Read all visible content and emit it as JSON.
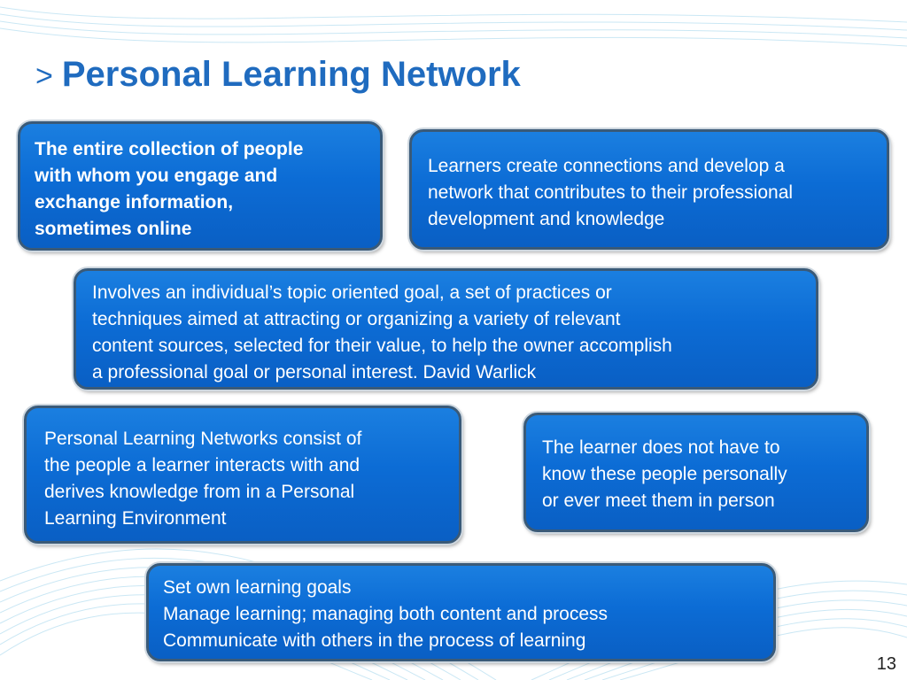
{
  "slide": {
    "title_marker": ">",
    "title": "Personal Learning Network",
    "page_number": "13",
    "accent_color": "#1f6bbf",
    "box_color": "#0c6cd5",
    "boxes": [
      {
        "lines": [
          "The entire collection of people",
          "with whom you engage and",
          "exchange information,",
          "sometimes online"
        ]
      },
      {
        "lines": [
          "Learners create connections and develop a",
          "network that contributes to their professional",
          "development and knowledge"
        ]
      },
      {
        "lines": [
          "Involves an individual’s topic oriented goal, a set of practices or",
          "techniques aimed at attracting or organizing a variety of relevant",
          "content sources, selected for their value, to help the owner accomplish",
          "a professional goal or personal interest. David Warlick"
        ]
      },
      {
        "lines": [
          "Personal Learning Networks consist of",
          "the people a learner interacts with and",
          "derives knowledge from in a Personal",
          "Learning Environment"
        ]
      },
      {
        "lines": [
          "The learner does not have to",
          "know these people personally",
          "or ever meet them in person"
        ]
      },
      {
        "lines": [
          "Set own learning goals",
          "Manage learning; managing both content and process",
          "Communicate with others in the process of learning"
        ]
      }
    ]
  }
}
